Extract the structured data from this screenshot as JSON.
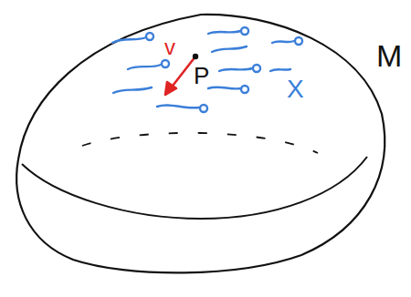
{
  "diagram": {
    "labels": [
      "v",
      "P",
      "X",
      "M"
    ]
  }
}
